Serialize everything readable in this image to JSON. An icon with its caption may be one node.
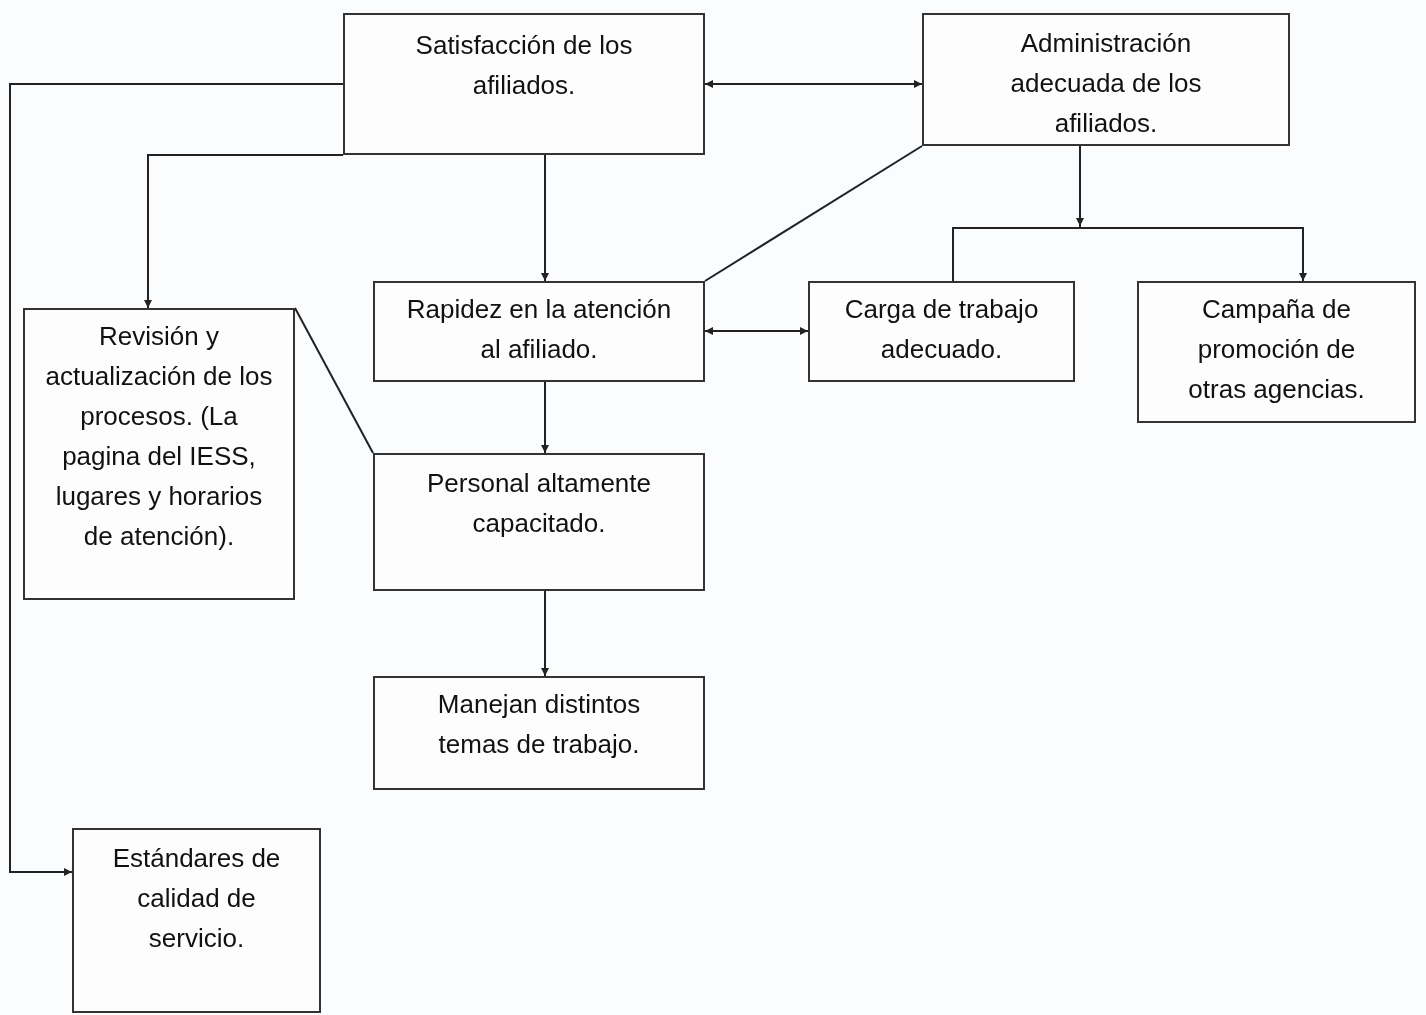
{
  "diagram": {
    "nodes": [
      {
        "text": [
          "Satisfacción de los afiliados."
        ]
      },
      {
        "text": [
          "Administración adecuada de los afiliados."
        ]
      },
      {
        "text": [
          "Rapidez en la atención al afiliado."
        ]
      },
      {
        "text": [
          "Carga de trabajo adecuado."
        ]
      },
      {
        "text": [
          "Campaña de promoción de otras agencias."
        ]
      },
      {
        "text": [
          "Revisión y actualización de los procesos. (La pagina del IESS, lugares y horarios de atención)."
        ]
      },
      {
        "text": [
          "Personal altamente capacitado."
        ]
      },
      {
        "text": [
          "Manejan distintos temas de trabajo."
        ]
      },
      {
        "text": [
          "Estándares de calidad de servicio."
        ]
      }
    ],
    "edges": [
      {
        "from": 0,
        "to": 1,
        "arrow": "both"
      },
      {
        "from": 0,
        "to": 2,
        "arrow": "to"
      },
      {
        "from": 1,
        "to": 2,
        "arrow": "none"
      },
      {
        "from": 2,
        "to": 3,
        "arrow": "both"
      },
      {
        "from": 1,
        "to": 3,
        "arrow": "none"
      },
      {
        "from": 1,
        "to": 4,
        "arrow": "to"
      },
      {
        "from": 0,
        "to": 5,
        "arrow": "to"
      },
      {
        "from": 0,
        "to": 8,
        "arrow": "to"
      },
      {
        "from": 5,
        "to": 6,
        "arrow": "none"
      },
      {
        "from": 2,
        "to": 6,
        "arrow": "to"
      },
      {
        "from": 6,
        "to": 7,
        "arrow": "to"
      }
    ]
  }
}
